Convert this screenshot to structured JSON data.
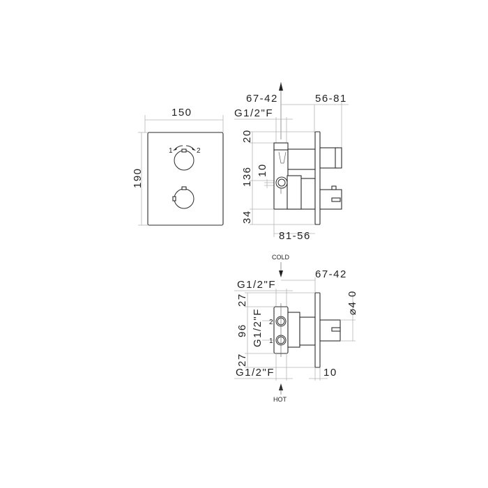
{
  "diagram": {
    "front_view": {
      "width_label": "150",
      "height_label": "190",
      "handle_direction_1": "1",
      "handle_direction_2": "2"
    },
    "side_view_top": {
      "top_left_dim": "67-42",
      "top_right_dim": "56-81",
      "connection_label": "G1/2\"F",
      "dim_20": "20",
      "dim_136": "136",
      "dim_10": "10",
      "dim_34": "34",
      "bottom_dim": "81-56"
    },
    "side_view_bottom": {
      "cold_label": "COLD",
      "hot_label": "HOT",
      "top_dim": "67-42",
      "connection_top": "G1/2\"F",
      "connection_side": "G1/2\"F",
      "connection_bottom": "G1/2\"F",
      "dim_27_top": "27",
      "dim_96": "96",
      "dim_27_bottom": "27",
      "diameter_label": "⌀4 0",
      "dim_10": "10",
      "outlet_1": "1",
      "outlet_2": "2"
    }
  },
  "colors": {
    "line": "#2a2a2a",
    "dimension": "#b5b5b5",
    "background": "#ffffff"
  }
}
